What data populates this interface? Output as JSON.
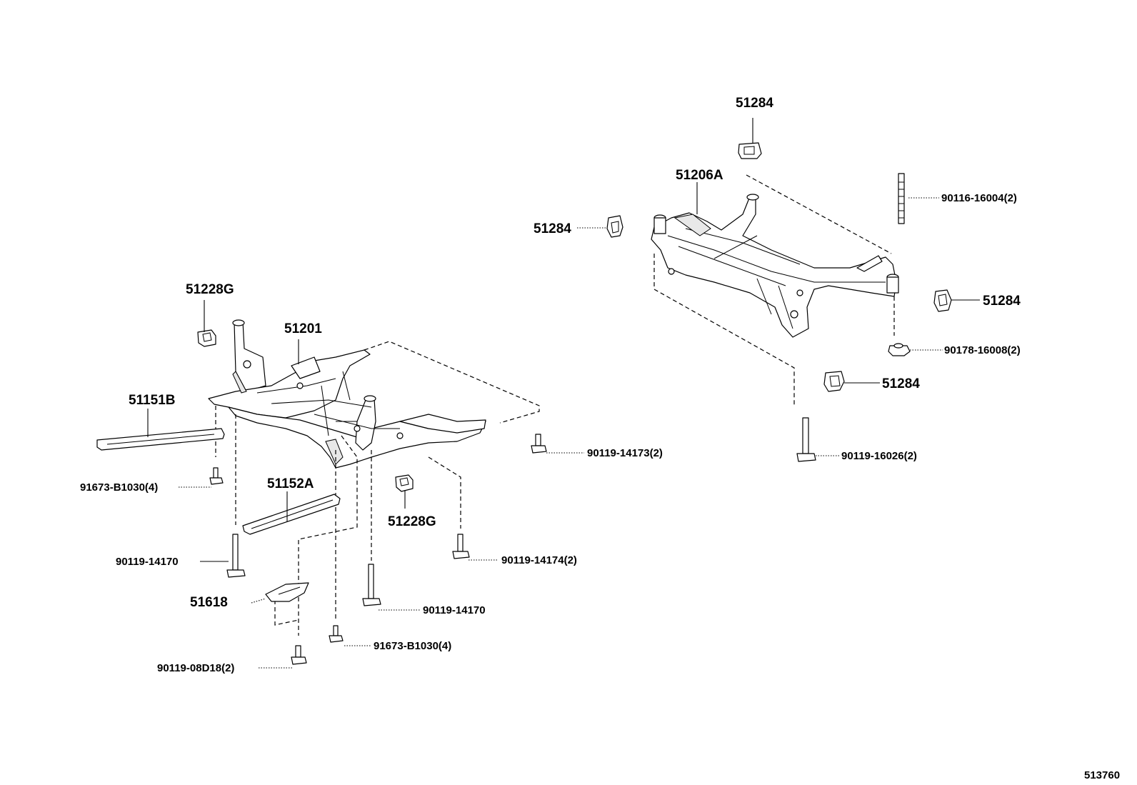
{
  "labels": {
    "front_crossmember": "51201",
    "rear_crossmember": "51206A",
    "stopper_front_left": "51228G",
    "stopper_front_right": "51228G",
    "brace_left": "51151B",
    "brace_right": "51152A",
    "plate": "51618",
    "rear_stopper_top": "51284",
    "rear_stopper_left": "51284",
    "rear_stopper_right": "51284",
    "rear_stopper_bottom": "51284",
    "bolt_91673_left": "91673-B1030(4)",
    "bolt_91673_bottom": "91673-B1030(4)",
    "bolt_14170_left": "90119-14170",
    "bolt_14170_center": "90119-14170",
    "bolt_08d18": "90119-08D18(2)",
    "bolt_14173": "90119-14173(2)",
    "bolt_14174": "90119-14174(2)",
    "stud_16004": "90116-16004(2)",
    "nut_16008": "90178-16008(2)",
    "bolt_16026": "90119-16026(2)",
    "diagram_id": "513760"
  }
}
